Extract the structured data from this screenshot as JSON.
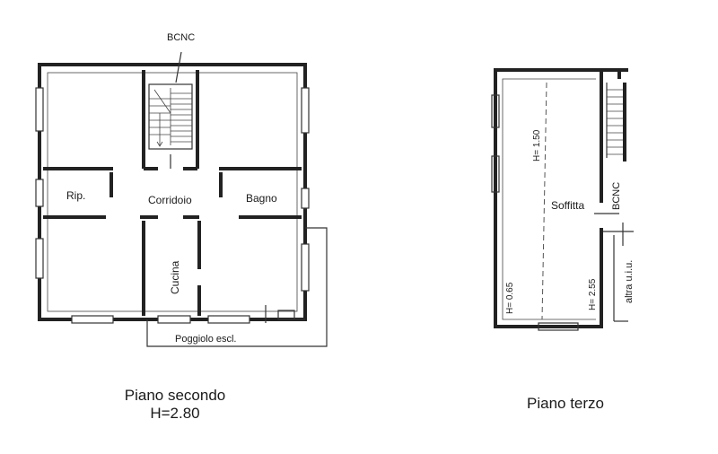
{
  "floor_second": {
    "stair_label": "BCNC",
    "rooms": {
      "storage": "Rip.",
      "corridor": "Corridoio",
      "bathroom": "Bagno",
      "kitchen": "Cucina",
      "balcony": "Poggiolo escl."
    },
    "caption_title": "Piano secondo",
    "caption_height": "H=2.80"
  },
  "floor_third": {
    "attic": "Soffitta",
    "stair_label": "BCNC",
    "neighbor": "altra u.i.u.",
    "h_ridge": "H= 1.50",
    "h_left": "H= 0.65",
    "h_right": "H= 2.55",
    "caption_title": "Piano terzo"
  }
}
